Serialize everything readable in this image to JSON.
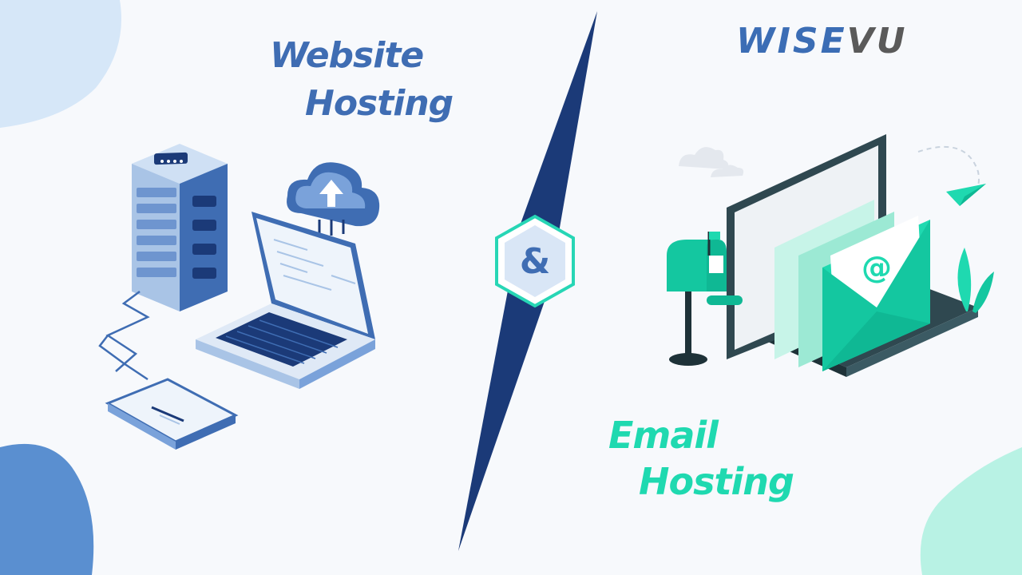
{
  "left_heading": {
    "line1": "Website",
    "line2": "Hosting"
  },
  "right_heading": {
    "line1": "Email",
    "line2": "Hosting"
  },
  "center_badge": {
    "symbol": "&"
  },
  "logo": {
    "text": "WISEVU",
    "part1": "WISE",
    "part2": "VU",
    "color_primary": "#3b6db5",
    "color_secondary": "#5a5a5a"
  },
  "colors": {
    "background": "#f7f9fc",
    "website_blue": "#3f6db3",
    "email_teal": "#1fd9b0",
    "divider_navy": "#1b3a78",
    "badge_teal": "#27d6b5",
    "badge_fill": "#d9e6f6"
  },
  "icons": [
    "server-rack-icon",
    "cloud-upload-icon",
    "laptop-icon",
    "phone-icon",
    "mailbox-icon",
    "envelope-at-icon",
    "paper-plane-icon",
    "plant-icon"
  ]
}
